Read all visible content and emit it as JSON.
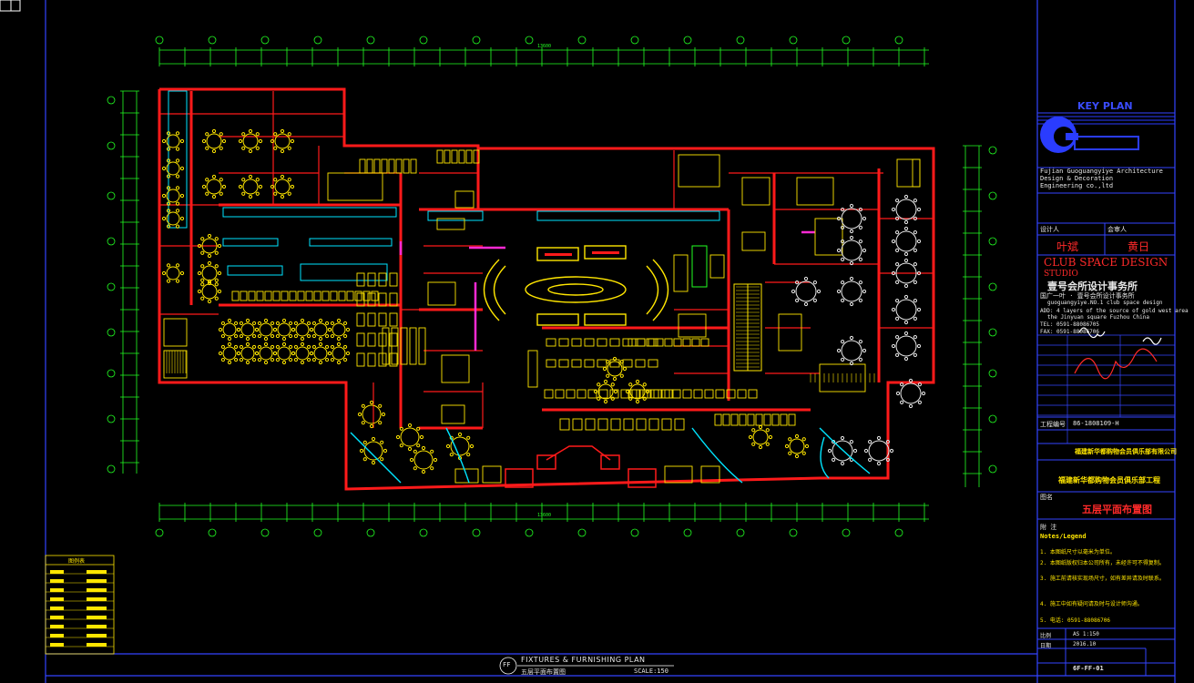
{
  "colors": {
    "background": "#000000",
    "wall": "#ff1a1a",
    "furniture": "#ffe600",
    "frame": "#3344ff",
    "dimension": "#22ff22",
    "accent": "#00e5ff",
    "magenta": "#ff2ad4",
    "white": "#e8e8e8"
  },
  "title_block": {
    "key_plan": "KEY PLAN",
    "company_en": [
      "Fujian Guoguangyiye Architecture",
      "Design & Decoration",
      "Engineering co.,ltd"
    ],
    "designer_label": "设计人",
    "checker_label": "会审人",
    "designer_name": "叶斌",
    "checker_name": "黄日",
    "studio_en": "CLUB SPACE DESIGN",
    "studio_sub": "STUDIO",
    "studio_cn": "壹号会所设计事务所",
    "studio_line2": "国广一叶 · 壹号会所设计事务所",
    "studio_url": "guoguangyiye.NO.1 club space design",
    "address": "ADD: 4 layers of the source of gold  west area",
    "address2": "the Jinyuan square   Fuzhou  China",
    "tel": "TEL: 0591-88086705",
    "fax": "FAX: 0591-88086706",
    "project_no_label": "工程编号",
    "project_no": "86-1808109-H",
    "client_name": "福建新华都购物会员俱乐部有限公司",
    "project_name": "福建新华都购物会员俱乐部工程",
    "drawing_label": "图名",
    "drawing_name": "五层平面布置图",
    "notes_label": "附 注",
    "notes_title": "Notes/Legend",
    "notes": [
      "1. 本图纸尺寸以毫米为单位。",
      "2. 本图纸版权归本公司所有，未经许可不得复制。",
      "3. 施工前请核实现场尺寸，如有差异请及时联系。",
      "4. 施工中如有疑问请及时与设计师沟通。",
      "5. 电话: 0591-88086706"
    ],
    "scale_label": "比例",
    "scale_value": "AS 1:150",
    "date_label": "日期",
    "date_value": "2016.10",
    "sheet_no": "6F-FF-01"
  },
  "drawing": {
    "code": "FF",
    "title_en": "FIXTURES & FURNISHING PLAN",
    "title_cn": "五层平面布置图",
    "scale": "SCALE:150",
    "top_dimension": "13600",
    "bottom_dimension": "13600"
  },
  "legend_box": {
    "title": "图例表"
  }
}
